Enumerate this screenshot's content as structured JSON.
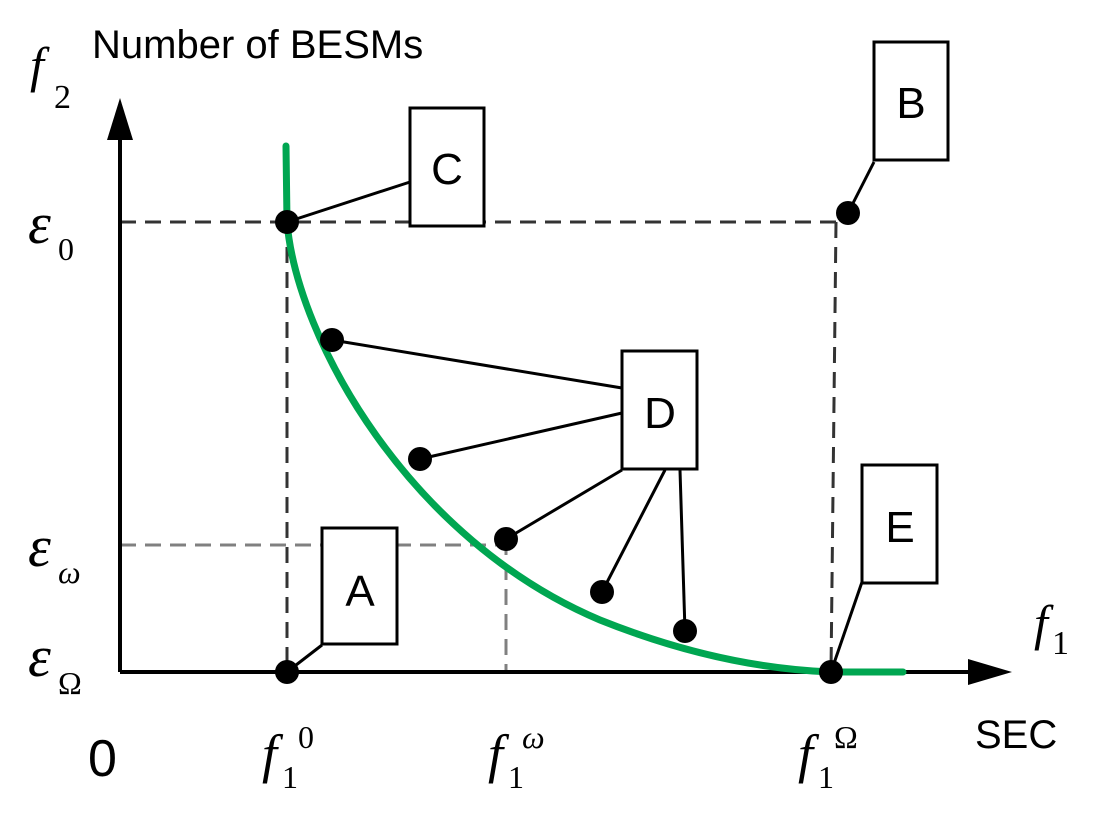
{
  "axes": {
    "y_symbol": "f",
    "y_subscript": "2",
    "y_title": "Number of BESMs",
    "x_symbol": "f",
    "x_subscript": "1",
    "x_title": "SEC",
    "origin": "0"
  },
  "y_ticks": [
    {
      "symbol": "ε",
      "sub": "0"
    },
    {
      "symbol": "ε",
      "sub": "ω"
    },
    {
      "symbol": "ε",
      "sub": "Ω"
    }
  ],
  "x_ticks": [
    {
      "symbol": "f",
      "sub": "1",
      "sup": "0"
    },
    {
      "symbol": "f",
      "sub": "1",
      "sup": "ω"
    },
    {
      "symbol": "f",
      "sub": "1",
      "sup": "Ω"
    }
  ],
  "callouts": {
    "A": "A",
    "B": "B",
    "C": "C",
    "D": "D",
    "E": "E"
  },
  "colors": {
    "curve": "#00a651",
    "axis": "#000000",
    "guide_dark": "#333333",
    "guide_light": "#808080"
  }
}
